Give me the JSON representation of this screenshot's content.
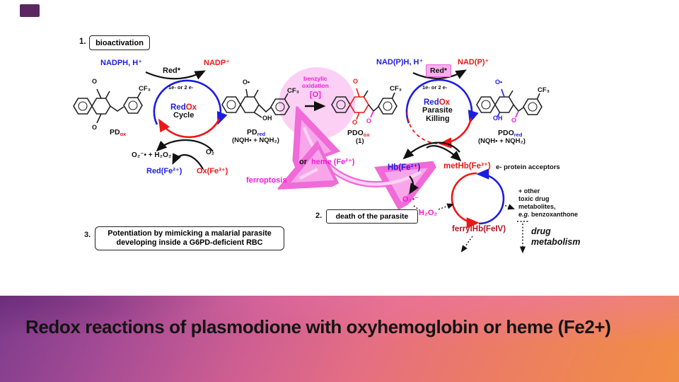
{
  "slide": {
    "banner": {
      "title": "Redox reactions of plasmodione with oxyhemoglobin or heme (Fe2+)"
    },
    "steps": {
      "one": {
        "number": "1.",
        "label": "bioactivation"
      },
      "two": {
        "number": "2.",
        "label": "death of the parasite"
      },
      "three": {
        "number": "3.",
        "line1": "Potentiation by mimicking a malarial parasite",
        "line2": "developing inside a G6PD-deficient RBC"
      }
    },
    "cycle1": {
      "substrate": "NADPH, H⁺",
      "enzyme": "Red*",
      "product": "NADP⁺",
      "electrons": "1e- or 2 e-",
      "name_red": "Red",
      "name_ox": "Ox",
      "name_suffix": "Cycle",
      "out_left": "O₂⁻• + H₂O₂",
      "in_right": "O₂",
      "red_form": "Red(Fe²⁺)",
      "ox_form": "Ox(Fe³⁺)"
    },
    "cycle2": {
      "substrate": "NAD(P)H, H⁺",
      "enzyme": "Red*",
      "product": "NAD(P)⁺",
      "electrons": "1e- or 2 e-",
      "name_red": "Red",
      "name_ox": "Ox",
      "line1": "Parasite",
      "line2": "Killing"
    },
    "molecules": {
      "pd_ox": {
        "name": "PD",
        "sub": "ox",
        "o_top": "O",
        "o_bottom": "O",
        "cf3": "CF₃"
      },
      "pd_red": {
        "name": "PD",
        "sub": "red",
        "note": "(NQH• + NQH₂)",
        "o_radical": "O•",
        "oh": "OH",
        "cf3": "CF₃"
      },
      "pdo_ox": {
        "name": "PDO",
        "sub": "ox",
        "note": "(1)",
        "o_top": "O",
        "o_bottom": "O",
        "o_keto": "O",
        "cf3": "CF₃"
      },
      "pdo_red": {
        "name": "PDO",
        "sub": "red",
        "note": "(NQH• + NQH₂)",
        "o_radical": "O•",
        "oh": "OH",
        "o_keto": "O",
        "cf3": "CF₃"
      }
    },
    "oxidation": {
      "line1": "benzylic",
      "line2": "oxidation",
      "line3": "[O]"
    },
    "heme": {
      "prefix": "or",
      "label": "heme (Fe²⁺)"
    },
    "ferroptosis": "ferroptosis",
    "hemoglobin": {
      "hb": "Hb(Fe²⁺)",
      "superoxide": "O₂•⁻",
      "peroxide": "H₂O₂",
      "methb": "metHb(Fe³⁺)",
      "acceptors": "e- protein acceptors",
      "ferrylhb": "ferrylHb(FeIV)"
    },
    "metabolism": {
      "note1": "+ other",
      "note2": "toxic drug",
      "note3": "metabolites,",
      "note4_italic": "e.g.",
      "note4": " benzoxanthone",
      "label1": "drug",
      "label2": "metabolism"
    }
  },
  "colors": {
    "blue": "#1d1de0",
    "red": "#ee1616",
    "magenta": "#f31ad6",
    "dark_red": "#b21322",
    "pink_fill": "#fbc8f2",
    "pink_stroke": "#f06ad8",
    "banner_purple": "#7c3b8c",
    "banner_orange": "#f08e45"
  }
}
